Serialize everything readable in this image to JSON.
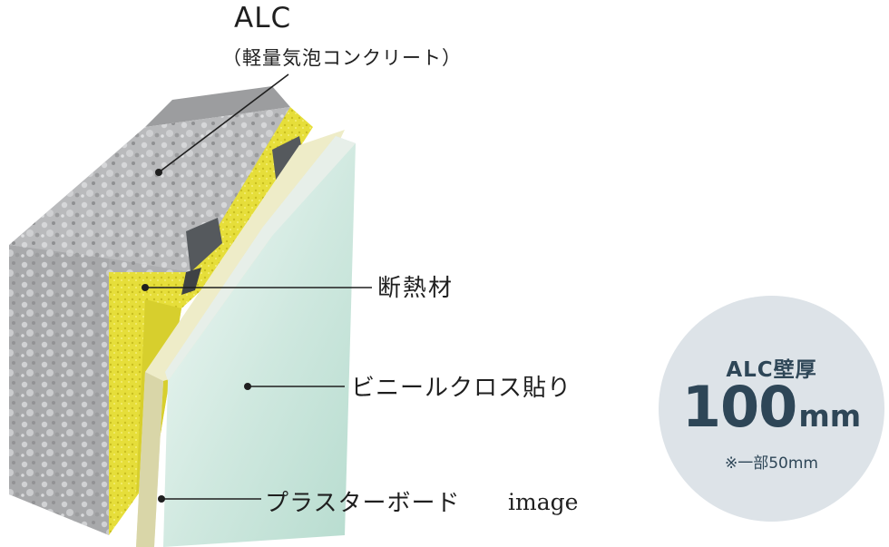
{
  "labels": {
    "alc_title": "ALC",
    "alc_subtitle": "（軽量気泡コンクリート）",
    "insulation": "断熱材",
    "vinyl_cloth": "ビニールクロス貼り",
    "plaster_board": "プラスターボード",
    "image_note": "image"
  },
  "badge": {
    "heading": "ALC壁厚",
    "value": "100",
    "unit": "mm",
    "note": "※一部50mm"
  },
  "colors": {
    "concrete_face": "#b9babc",
    "concrete_side": "#a8a9ab",
    "concrete_top": "#9c9d9f",
    "insulation": "#e6de3a",
    "stud": "#55595d",
    "plaster": "#eeecc8",
    "wallpaper": "#cfe8df",
    "badge_bg": "#dde3e8",
    "badge_text": "#2e4657",
    "leader": "#1f1f1f"
  }
}
